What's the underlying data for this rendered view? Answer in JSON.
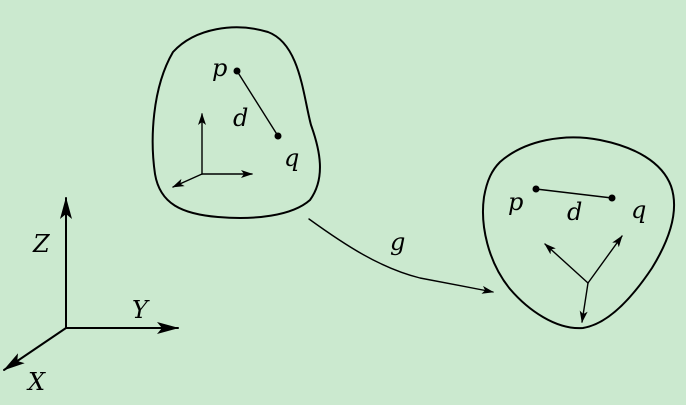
{
  "diagram": {
    "background_color": "#cbe9cf",
    "ink_color": "#000000",
    "world_frame": {
      "x_label": "X",
      "y_label": "Y",
      "z_label": "Z"
    },
    "transform_label": "g",
    "body_before": {
      "point_p": "p",
      "point_q": "q",
      "distance": "d"
    },
    "body_after": {
      "point_p": "p",
      "point_q": "q",
      "distance": "d"
    }
  }
}
